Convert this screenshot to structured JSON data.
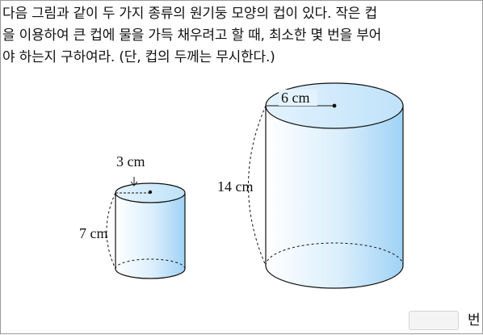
{
  "question": {
    "lines": [
      "다음 그림과 같이 두 가지 종류의 원기둥 모양의 컵이 있다. 작은 컵",
      "을 이용하여 큰 컵에 물을 가득 채우려고 할 때, 최소한 몇 번을 부어",
      "야 하는지 구하여라. (단, 컵의 두께는 무시한다.)"
    ]
  },
  "small_cup": {
    "radius_label": "3 cm",
    "height_label": "7 cm"
  },
  "large_cup": {
    "radius_label": "6 cm",
    "height_label": "14 cm"
  },
  "answer": {
    "value": "",
    "unit": "번"
  },
  "colors": {
    "cup_fill_light": "#ffffff",
    "cup_fill_dark": "#9fd2f5",
    "top_fill": "#cfe9fb",
    "border": "#9a9a9a"
  }
}
